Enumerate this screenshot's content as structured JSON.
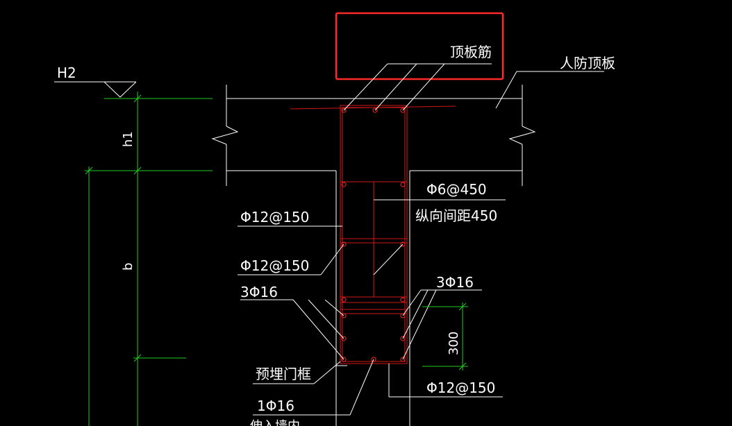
{
  "labels": {
    "h2": "H2",
    "h1": "h1",
    "b": "b",
    "dim300": "300",
    "top_rebar": "顶板筋",
    "civil_roof": "人防顶板",
    "stirrup": "Φ6@450",
    "longitudinal_spacing": "纵向间距450",
    "rebar_left_1": "Φ12@150",
    "rebar_left_2": "Φ12@150",
    "bars_left": "3Φ16",
    "bars_right": "3Φ16",
    "embedded_frame": "预埋门框",
    "bottom_rebar": "Φ12@150",
    "single_bar": "1Φ16",
    "cut_text": "伸入墙内"
  },
  "colors": {
    "background": "#000000",
    "lines": "#ffffff",
    "dimension": "#22cc22",
    "rebar": "#d01818",
    "highlight_box": "#ff2a2a"
  }
}
